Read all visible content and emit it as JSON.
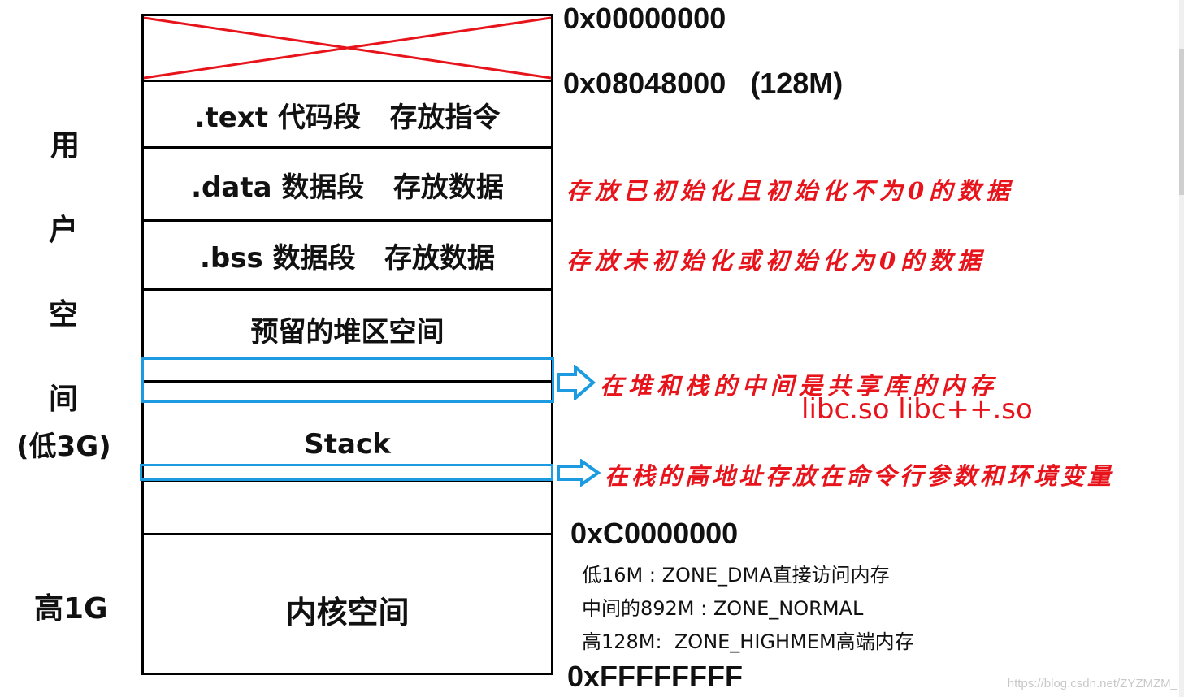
{
  "side_label": {
    "chars": [
      "用",
      "户",
      "空",
      "间"
    ],
    "low": "(低3G)",
    "high": "高1G"
  },
  "segments": {
    "text": ".text 代码段   存放指令",
    "data": ".data 数据段   存放数据",
    "bss": ".bss 数据段   存放数据",
    "heap": "预留的堆区空间",
    "stack": "Stack",
    "kernel": "内核空间"
  },
  "addresses": {
    "start": "0x00000000",
    "code_start": "0x08048000   (128M)",
    "kernel_start": "0xC0000000",
    "end": "0xFFFFFFFF"
  },
  "notes": {
    "data": "存放已初始化且初始化不为0的数据",
    "bss": "存放未初始化或初始化为0的数据",
    "shared": "在堆和栈的中间是共享库的内存",
    "libs": "libc.so libc++.so",
    "env": "在栈的高地址存放在命令行参数和环境变量"
  },
  "zones": [
    "低16M : ZONE_DMA直接访问内存",
    "中间的892M : ZONE_NORMAL",
    "高128M:  ZONE_HIGHMEM高端内存"
  ],
  "watermark": "https://blog.csdn.net/ZYZMZM_",
  "colors": {
    "red": "#e8141c",
    "blue": "#1d9be0",
    "black": "#000000"
  }
}
